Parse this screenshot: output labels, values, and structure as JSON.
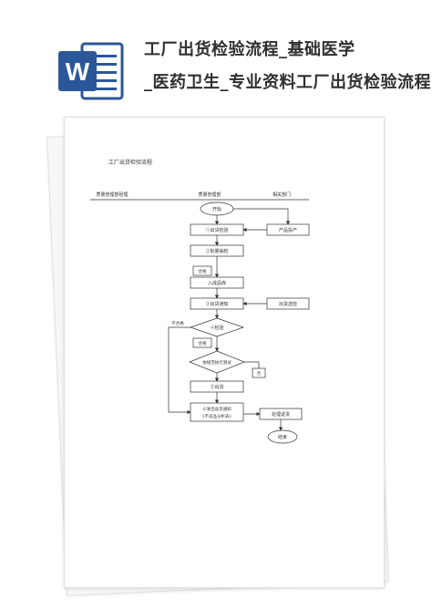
{
  "header": {
    "title_line1": "工厂出货检验流程_基础医学",
    "title_line2": "_医药卫生_专业资料工厂出货检验流程",
    "app_icon": "word-icon",
    "app_icon_letter": "W"
  },
  "document": {
    "title": "工厂出货检验流程",
    "columns": [
      "质量管理部经理",
      "质量管理部",
      "相关部门"
    ],
    "nodes": {
      "start": "开始",
      "notice": "①出货检验",
      "production": "产品投产",
      "prepare": "②批量抽检",
      "qualified1": "合格",
      "warehouse": "入成品库",
      "ship_notice": "③出货通知",
      "ship_send": "出货送检",
      "inspect": "④检验",
      "unqualified": "不合格",
      "qualified2": "合格",
      "decision": "依规范执行测试",
      "no": "否",
      "shipped": "⑤出货",
      "report_line1": "⑥发出返货通知",
      "report_line2": "《不良品分析表》",
      "handle": "处理退货",
      "end": "结束"
    }
  }
}
